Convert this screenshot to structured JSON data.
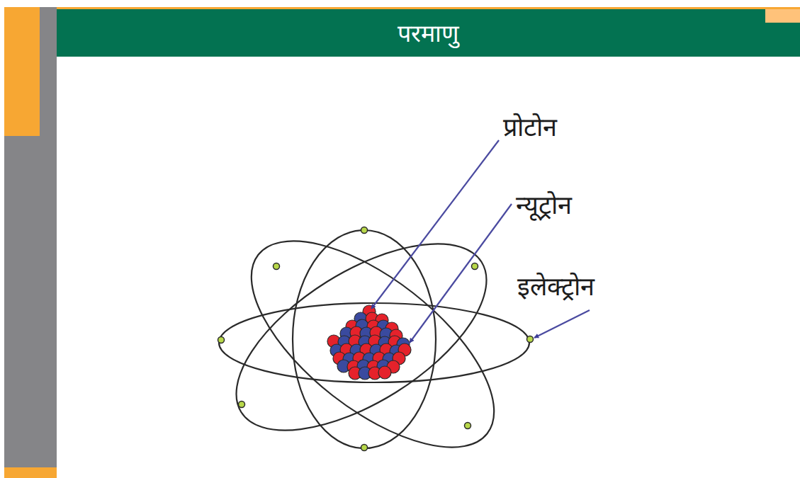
{
  "diagram": {
    "title": "परमाणु",
    "labels": [
      "प्रोटोन",
      "न्यूट्रोन",
      "इलेक्ट्रोन"
    ]
  }
}
